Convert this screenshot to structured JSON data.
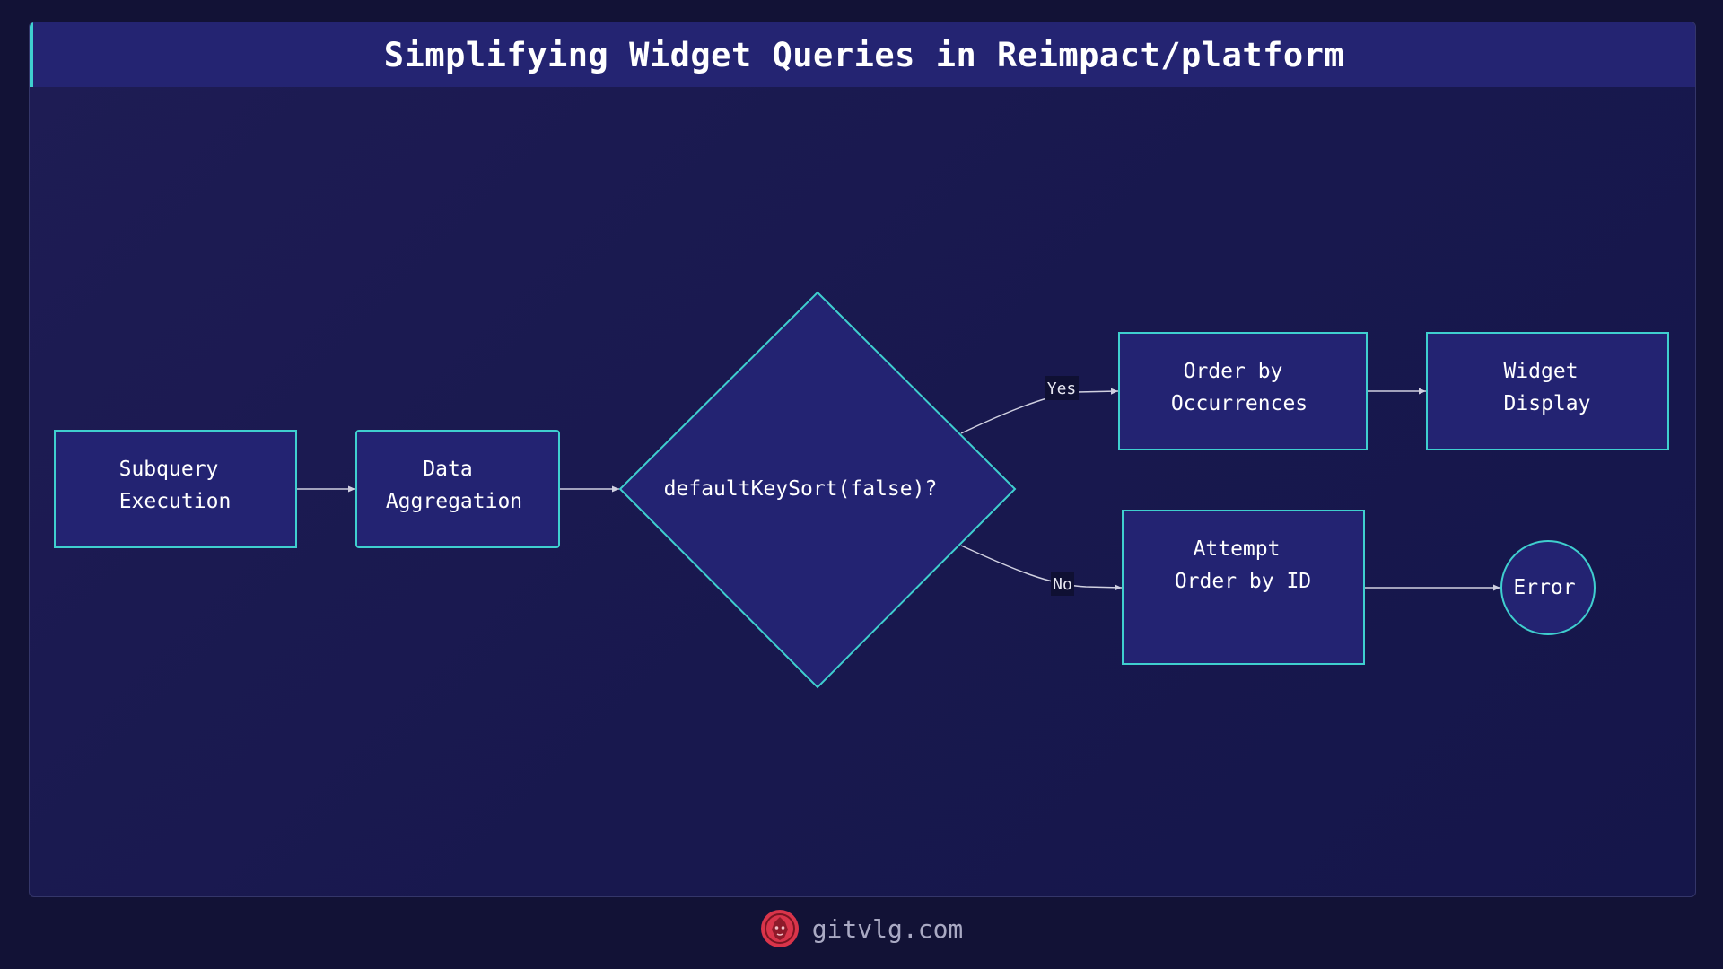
{
  "title": "Simplifying Widget Queries in Reimpact/platform",
  "footer": {
    "brand": "gitvlg.com",
    "logo_icon": "lion-logo-icon"
  },
  "colors": {
    "background": "#121236",
    "card": "#1b1a52",
    "title_bar": "#242472",
    "node_fill": "#232372",
    "node_stroke": "#3fcfcf",
    "edge": "#d0d0e0",
    "logo": "#d9344a"
  },
  "nodes": {
    "subquery": {
      "line1": "Subquery",
      "line2": "Execution"
    },
    "aggregation": {
      "line1": "Data",
      "line2": "Aggregation"
    },
    "decision": {
      "label": "defaultKeySort(false)?"
    },
    "order_occ": {
      "line1": "Order by",
      "line2": "Occurrences"
    },
    "widget": {
      "line1": "Widget",
      "line2": "Display"
    },
    "attempt": {
      "line1": "Attempt",
      "line2": "Order by ID"
    },
    "error": {
      "label": "Error"
    }
  },
  "edges": {
    "yes": "Yes",
    "no": "No"
  }
}
